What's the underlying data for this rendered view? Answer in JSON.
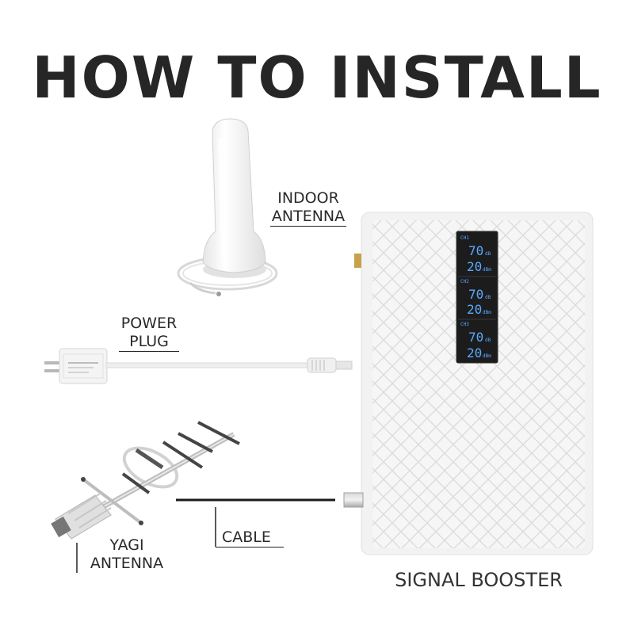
{
  "title": "HOW TO INSTALL",
  "labels": {
    "indoor_antenna": [
      "INDOOR",
      "ANTENNA"
    ],
    "power_plug": [
      "POWER",
      "PLUG"
    ],
    "cable": "CABLE",
    "yagi_antenna": [
      "YAGI",
      "ANTENNA"
    ],
    "signal_booster": "SIGNAL BOOSTER"
  },
  "display": {
    "channels": [
      {
        "name": "CH1",
        "gain": "70",
        "gain_unit": "dB",
        "power": "20",
        "power_unit": "dBm"
      },
      {
        "name": "CH2",
        "gain": "70",
        "gain_unit": "dB",
        "power": "20",
        "power_unit": "dBm"
      },
      {
        "name": "CH3",
        "gain": "70",
        "gain_unit": "dB",
        "power": "20",
        "power_unit": "dBm"
      }
    ]
  },
  "colors": {
    "title": "#262626",
    "lcd_background": "#1c1c1c",
    "lcd_text": "#5aa9ff",
    "booster_body": "#f4f4f4"
  }
}
